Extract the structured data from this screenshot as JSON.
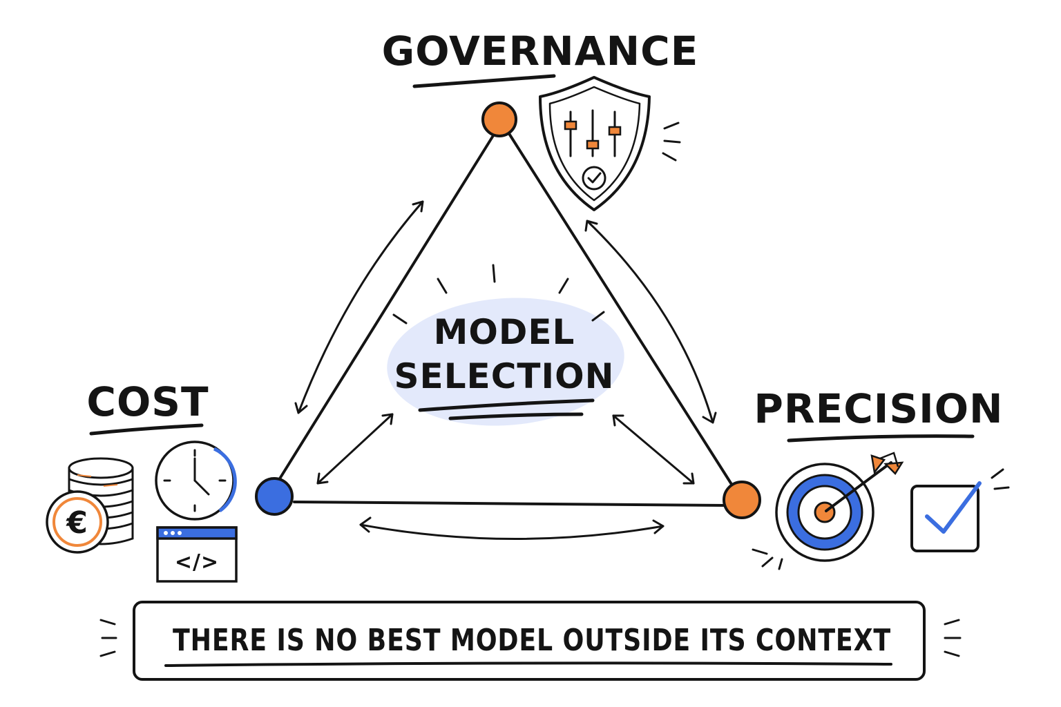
{
  "diagram": {
    "center": {
      "line1": "MODEL",
      "line2": "SELECTION"
    },
    "vertices": {
      "top": {
        "label": "GOVERNANCE"
      },
      "left": {
        "label": "COST",
        "currency_symbol": "€",
        "code_symbol": "</>"
      },
      "right": {
        "label": "PRECISION"
      }
    },
    "footer": {
      "text": "THERE IS NO BEST MODEL OUTSIDE ITS CONTEXT"
    }
  },
  "colors": {
    "ink": "#141414",
    "orange": "#f0873a",
    "blue": "#3b6ee0",
    "light_blue": "#e3e9fb"
  },
  "icons": [
    "shield-sliders-icon",
    "check-icon",
    "coin-stack-icon",
    "euro-coin-icon",
    "clock-icon",
    "code-window-icon",
    "target-icon",
    "arrow-icon",
    "checkbox-icon"
  ]
}
